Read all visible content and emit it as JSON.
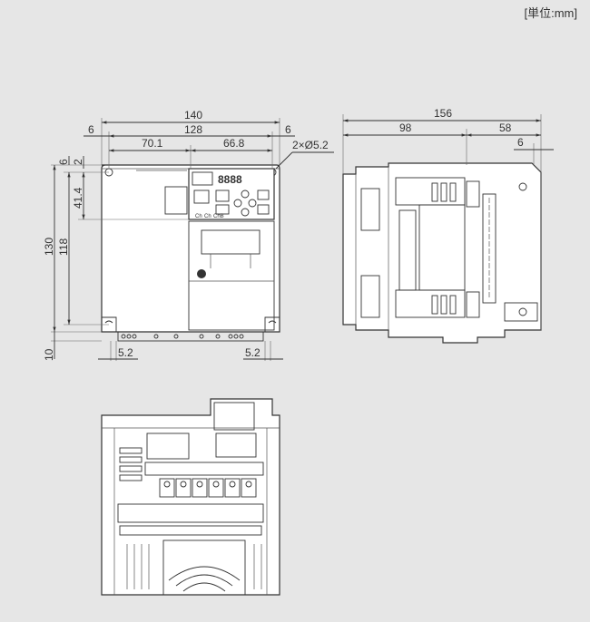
{
  "unit_label": "[単位:mm]",
  "front": {
    "w_total": "140",
    "w_hole": "128",
    "left_off": "70.1",
    "right_off": "66.8",
    "margin_l": "6",
    "margin_r": "6",
    "holes": "2×Ø5.2",
    "h_top1": "6",
    "h_top2": "2",
    "h_total": "130",
    "h_hole": "118",
    "h_panel": "41.4",
    "h_bottom": "10",
    "slot_l": "5.2",
    "slot_r": "5.2",
    "panel_labels": [
      "8888",
      "Ch",
      "Ch",
      "ChB"
    ]
  },
  "side": {
    "d_total": "156",
    "d_body": "98",
    "d_front": "58",
    "d_off": "6"
  }
}
